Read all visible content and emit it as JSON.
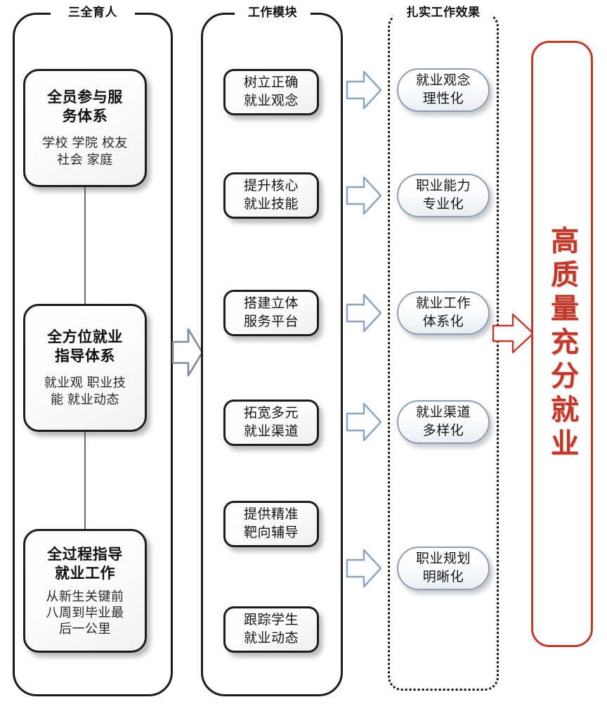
{
  "diagram": {
    "title_hidden": "",
    "columns": [
      {
        "id": "pillars",
        "header": "三全育人",
        "items": [
          {
            "title": "全员参与服\n务体系",
            "subtitle": "学校 学院 校友\n社会 家庭"
          },
          {
            "title": "全方位就业\n指导体系",
            "subtitle": "就业观 职业技\n能 就业动态"
          },
          {
            "title": "全过程指导\n就业工作",
            "subtitle": "从新生关键前\n八周到毕业最\n后一公里"
          }
        ]
      },
      {
        "id": "modules",
        "header": "工作模块",
        "items": [
          {
            "label": "树立正确\n就业观念"
          },
          {
            "label": "提升核心\n就业技能"
          },
          {
            "label": "搭建立体\n服务平台"
          },
          {
            "label": "拓宽多元\n就业渠道"
          },
          {
            "label": "提供精准\n靶向辅导"
          },
          {
            "label": "跟踪学生\n就业动态"
          }
        ]
      },
      {
        "id": "effects",
        "header": "扎实工作效果",
        "items": [
          {
            "label": "就业观念\n理性化"
          },
          {
            "label": "职业能力\n专业化"
          },
          {
            "label": "就业工作\n体系化"
          },
          {
            "label": "就业渠道\n多样化"
          },
          {
            "label": "职业规划\n明晰化"
          }
        ]
      }
    ],
    "outcome": {
      "text": "高质量充分就业",
      "color": "#c0392b"
    },
    "arrows": {
      "pillars_to_modules_count": 1,
      "modules_to_effects_count": 5,
      "effects_to_outcome_count": 1,
      "gray_color": "#7b8a9b",
      "blue_color": "#8ba3bd",
      "red_color": "#c0392b"
    },
    "colors": {
      "box_border": "#1c1c1c",
      "pill_border": "#8b9eb4",
      "connector": "#6b6b6b",
      "accent_red": "#c0392b"
    }
  }
}
